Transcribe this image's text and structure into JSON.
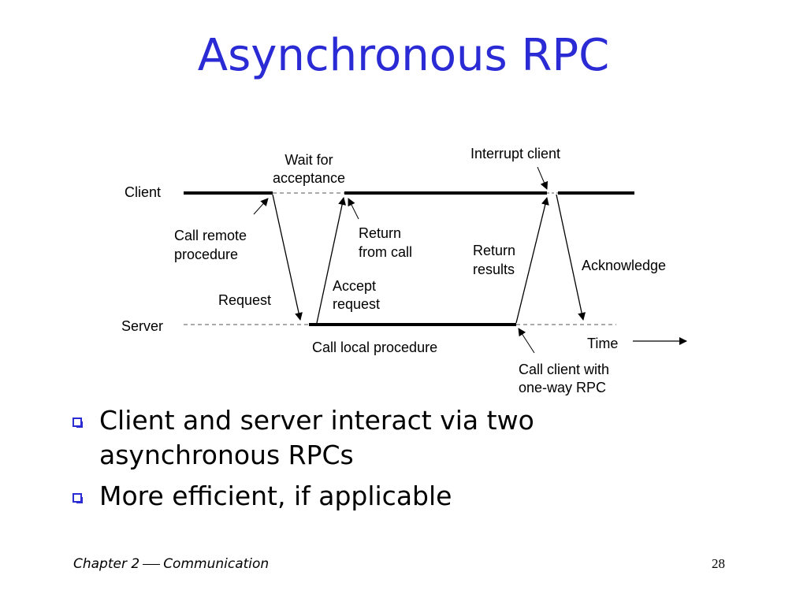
{
  "slide": {
    "title": "Asynchronous RPC",
    "bullets": [
      "Client and server interact via two asynchronous RPCs",
      "More efficient, if applicable"
    ],
    "footer": {
      "chapter": "Chapter 2",
      "topic": "Communication",
      "page_number": "28"
    },
    "colors": {
      "title": "#2b2bd6",
      "bullet_marker": "#2b2bd6"
    }
  },
  "diagram": {
    "client_label": "Client",
    "server_label": "Server",
    "wait_for_acceptance": [
      "Wait for",
      "acceptance"
    ],
    "interrupt_client": "Interrupt client",
    "call_remote_procedure": [
      "Call remote",
      "procedure"
    ],
    "return_from_call": [
      "Return",
      "from call"
    ],
    "return_results": [
      "Return",
      "results"
    ],
    "acknowledge": "Acknowledge",
    "accept_request": [
      "Accept",
      "request"
    ],
    "request": "Request",
    "call_local_procedure": "Call local procedure",
    "time": "Time",
    "call_client_one_way": [
      "Call client with",
      "one-way RPC"
    ]
  }
}
